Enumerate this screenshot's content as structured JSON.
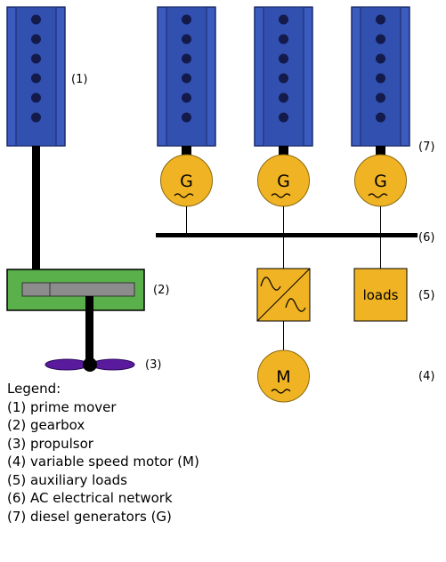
{
  "diagram": {
    "labels": {
      "prime_mover_ref": "(1)",
      "gearbox_ref": "(2)",
      "propulsor_ref": "(3)",
      "motor_ref": "(4)",
      "loads_ref": "(5)",
      "network_ref": "(6)",
      "generators_ref": "(7)"
    },
    "generator_symbol": "G",
    "motor_symbol": "M",
    "loads_box_label": "loads",
    "colors": {
      "engine_blue": "#3b5bbf",
      "engine_dot": "#141a4a",
      "generator_yellow": "#f0b323",
      "gearbox_green": "#5ab04a",
      "gear_grey": "#8c8c8c",
      "propeller_purple": "#5a1a9e",
      "line_black": "#000000"
    }
  },
  "legend": {
    "title": "Legend:",
    "items": [
      "(1) prime mover",
      "(2) gearbox",
      "(3) propulsor",
      "(4) variable speed motor (M)",
      "(5) auxiliary loads",
      "(6) AC electrical network",
      "(7) diesel generators (G)"
    ]
  }
}
